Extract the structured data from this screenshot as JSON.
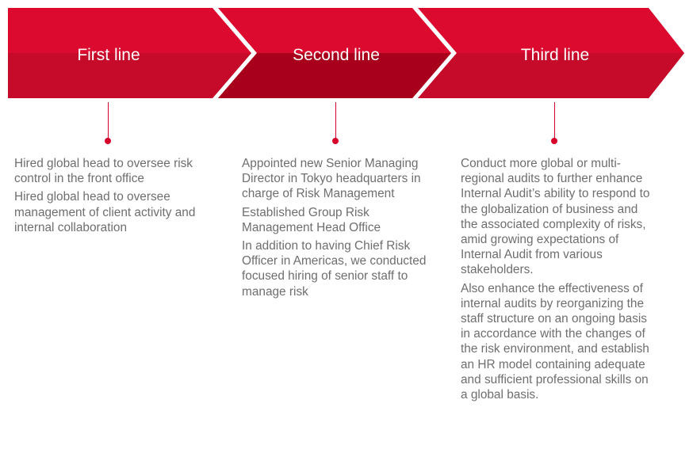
{
  "stages": [
    {
      "label": "First line",
      "items": [
        "Hired global head to oversee risk control in the front office",
        "Hired global head to oversee management of client activity and internal collaboration"
      ]
    },
    {
      "label": "Second line",
      "items": [
        "Appointed new Senior Managing Director in Tokyo headquarters in charge of Risk Management",
        "Established Group Risk Management Head Office",
        "In addition to having Chief Risk Officer in Americas, we conducted focused hiring of senior staff to manage risk"
      ]
    },
    {
      "label": "Third line",
      "items": [
        "Conduct more global or multi-regional audits to further enhance Internal Audit’s ability to respond to the globalization of business and the associated complexity of risks, amid growing expectations of Internal Audit from various stakeholders.",
        "Also enhance the effectiveness of internal audits by reorganizing the staff structure on an ongoing basis in accordance with the changes of the risk environment, and establish an HR model containing adequate and sufficient professional skills on a global basis."
      ]
    }
  ],
  "colors": {
    "chevron_top": "#dc0a2e",
    "chevron_bottom": "#c50a2a",
    "chevron_highlight_top": "#c10828",
    "chevron_highlight_bottom": "#a8001c",
    "accent": "#d6002a",
    "body_text": "#6e6e6e"
  }
}
